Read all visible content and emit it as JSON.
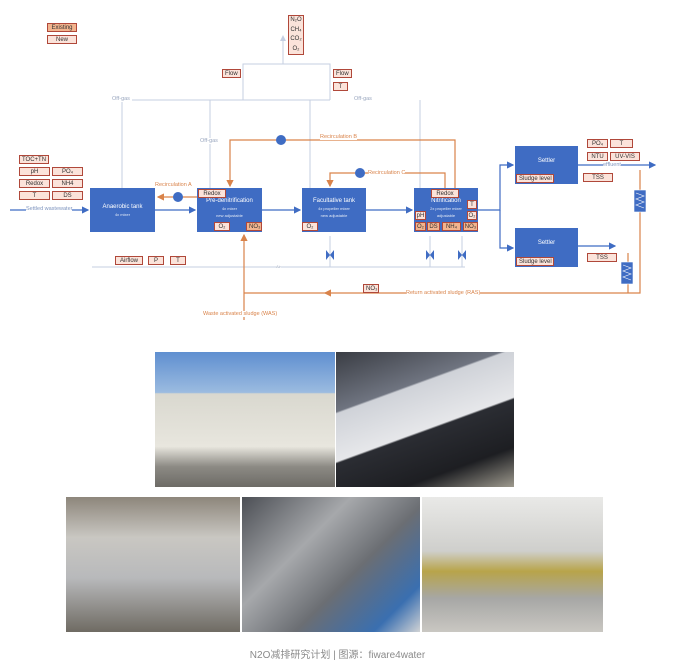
{
  "legend": {
    "existing": "Existing",
    "new": "New"
  },
  "gas": [
    "N₂O",
    "CH₄",
    "CO₂",
    "O₂"
  ],
  "offgas": {
    "flow_left": "Flow",
    "flow_right": "Flow",
    "t": "T",
    "label": "Off-gas"
  },
  "inflow": {
    "sensors": [
      "TOC+TN",
      "pH",
      "PO₄",
      "Redox",
      "NH4",
      "T",
      "DS"
    ],
    "label": "Settled wastewater"
  },
  "tanks": {
    "anaerobic": {
      "title": "Anaerobic tank",
      "sub": "4x mixer"
    },
    "predenit": {
      "title": "Pre-denitrification",
      "sub": "4x mixer",
      "sub2": "new adjustable",
      "redox": "Redox",
      "o2": "O₂",
      "no3": "NO₃"
    },
    "facultative": {
      "title": "Facultative tank",
      "sub": "4x propeller mixer",
      "sub2": "new adjustable",
      "o2": "O₂"
    },
    "nitrification": {
      "title": "Nitrification",
      "sub": "2x propeller mixer",
      "sub2": "adjustable",
      "redox": "Redox",
      "t": "T",
      "o2r": "O₂",
      "ph": "pH",
      "o2": "O₂",
      "ds": "DS",
      "nh4": "NH₄",
      "no3": "NO₃"
    },
    "settler1": {
      "title": "Settler",
      "sludge": "Sludge level"
    },
    "settler2": {
      "title": "Settler",
      "sludge": "Sludge level"
    }
  },
  "recirc": {
    "a": "Recirculation A",
    "b": "Recirculation B",
    "c": "Recirculation C"
  },
  "air": {
    "airflow": "Airflow",
    "p": "P",
    "t": "T",
    "label": "Air"
  },
  "effluent": {
    "sensors": [
      "PO₄",
      "T",
      "NTU",
      "UV-VIS"
    ],
    "label": "effluent",
    "tss1": "TSS",
    "tss2": "TSS"
  },
  "sludge": {
    "no3": "NO₃",
    "ras": "Return activated sludge (RAS)",
    "was": "Waste activated sludge (WAS)"
  },
  "caption": "N2O减排研究计划 | 图源：fiware4water"
}
